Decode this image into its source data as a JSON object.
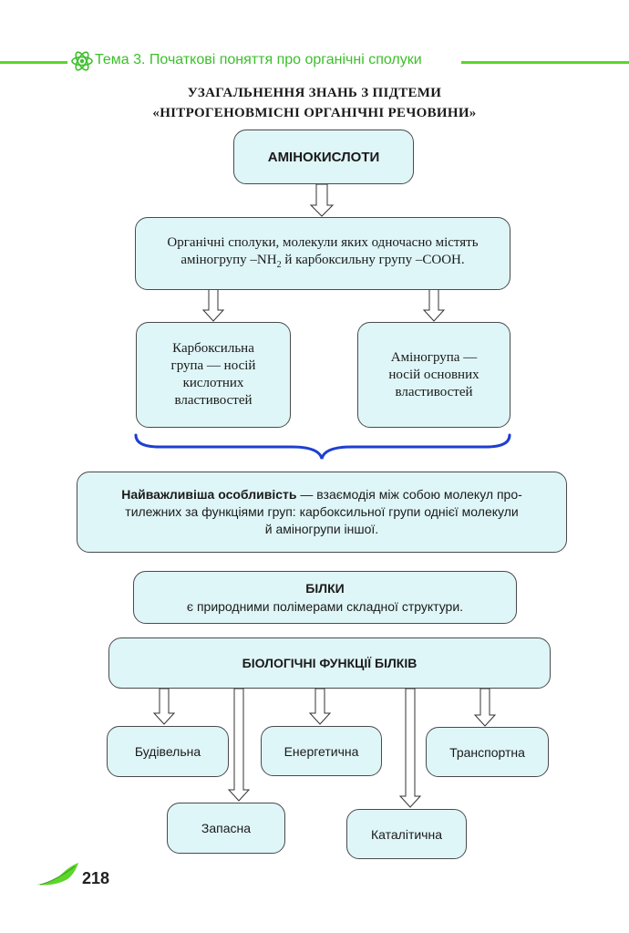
{
  "header": {
    "title": "Тема 3. Початкові поняття про органічні сполуки",
    "accent_color": "#5bd62a",
    "icon": "atom-flower-icon"
  },
  "summary": {
    "line1": "УЗАГАЛЬНЕННЯ ЗНАНЬ З ПІДТЕМИ",
    "line2": "«НІТРОГЕНОВМІСНІ ОРГАНІЧНІ РЕЧОВИНИ»"
  },
  "amino": {
    "title": "АМІНОКИСЛОТИ",
    "definition_line1": "Органічні сполуки, молекули яких одночасно містять",
    "definition_line2_pre": "аміногрупу –NH",
    "definition_sub": "2",
    "definition_line2_post": " й карбоксильну групу –СООН."
  },
  "groups": {
    "carboxyl": [
      "Карбоксильна",
      "група — носій",
      "кислотних",
      "властивостей"
    ],
    "amine": [
      "Аміногрупа —",
      "носій основних",
      "властивостей"
    ]
  },
  "feature": {
    "bold": "Найважливіша особливість",
    "text_line1": " — взаємодія між собою молекул про-",
    "text_line2": "тилежних за функціями груп: карбоксильної групи однієї молекули",
    "text_line3": "й аміногрупи іншої."
  },
  "proteins": {
    "title": "БІЛКИ",
    "text": "є природними полімерами складної структури."
  },
  "functions": {
    "title": "БІОЛОГІЧНІ ФУНКЦІЇ БІЛКІВ",
    "items": [
      "Будівельна",
      "Енергетична",
      "Транспортна",
      "Запасна",
      "Каталітична"
    ]
  },
  "page_number": "218",
  "colors": {
    "box_fill": "#dff6f8",
    "brace": "#1e3fd0"
  }
}
